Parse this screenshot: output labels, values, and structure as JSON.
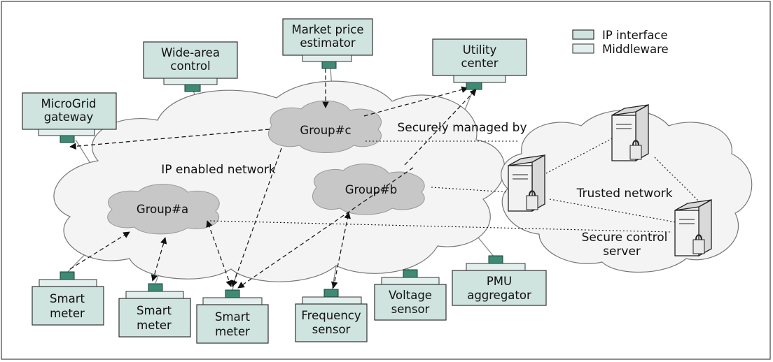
{
  "legend": [
    {
      "label": "IP interface",
      "color": "#cfe3df"
    },
    {
      "label": "Middleware",
      "color": "#e2efec"
    }
  ],
  "network": {
    "ip_label": "IP enabled network",
    "trusted_label": "Trusted network",
    "secure_server_label": [
      "Secure control",
      "server"
    ],
    "managed_label": "Securely managed by"
  },
  "groups": {
    "a": "Group#a",
    "b": "Group#b",
    "c": "Group#c"
  },
  "nodes": {
    "market": [
      "Market price",
      "estimator"
    ],
    "widearea": [
      "Wide-area",
      "control"
    ],
    "utility": [
      "Utility",
      "center"
    ],
    "microgrid": [
      "MicroGrid",
      "gateway"
    ],
    "smart1": [
      "Smart",
      "meter"
    ],
    "smart2": [
      "Smart",
      "meter"
    ],
    "smart3": [
      "Smart",
      "meter"
    ],
    "frequency": [
      "Frequency",
      "sensor"
    ],
    "voltage": [
      "Voltage",
      "sensor"
    ],
    "pmu": [
      "PMU",
      "aggregator"
    ]
  },
  "colors": {
    "ip_interface": "#cfe3df",
    "middleware": "#e2efec",
    "connector": "#3f8a74",
    "group_cloud": "#c7c7c7",
    "network_cloud": "#f4f4f4"
  }
}
